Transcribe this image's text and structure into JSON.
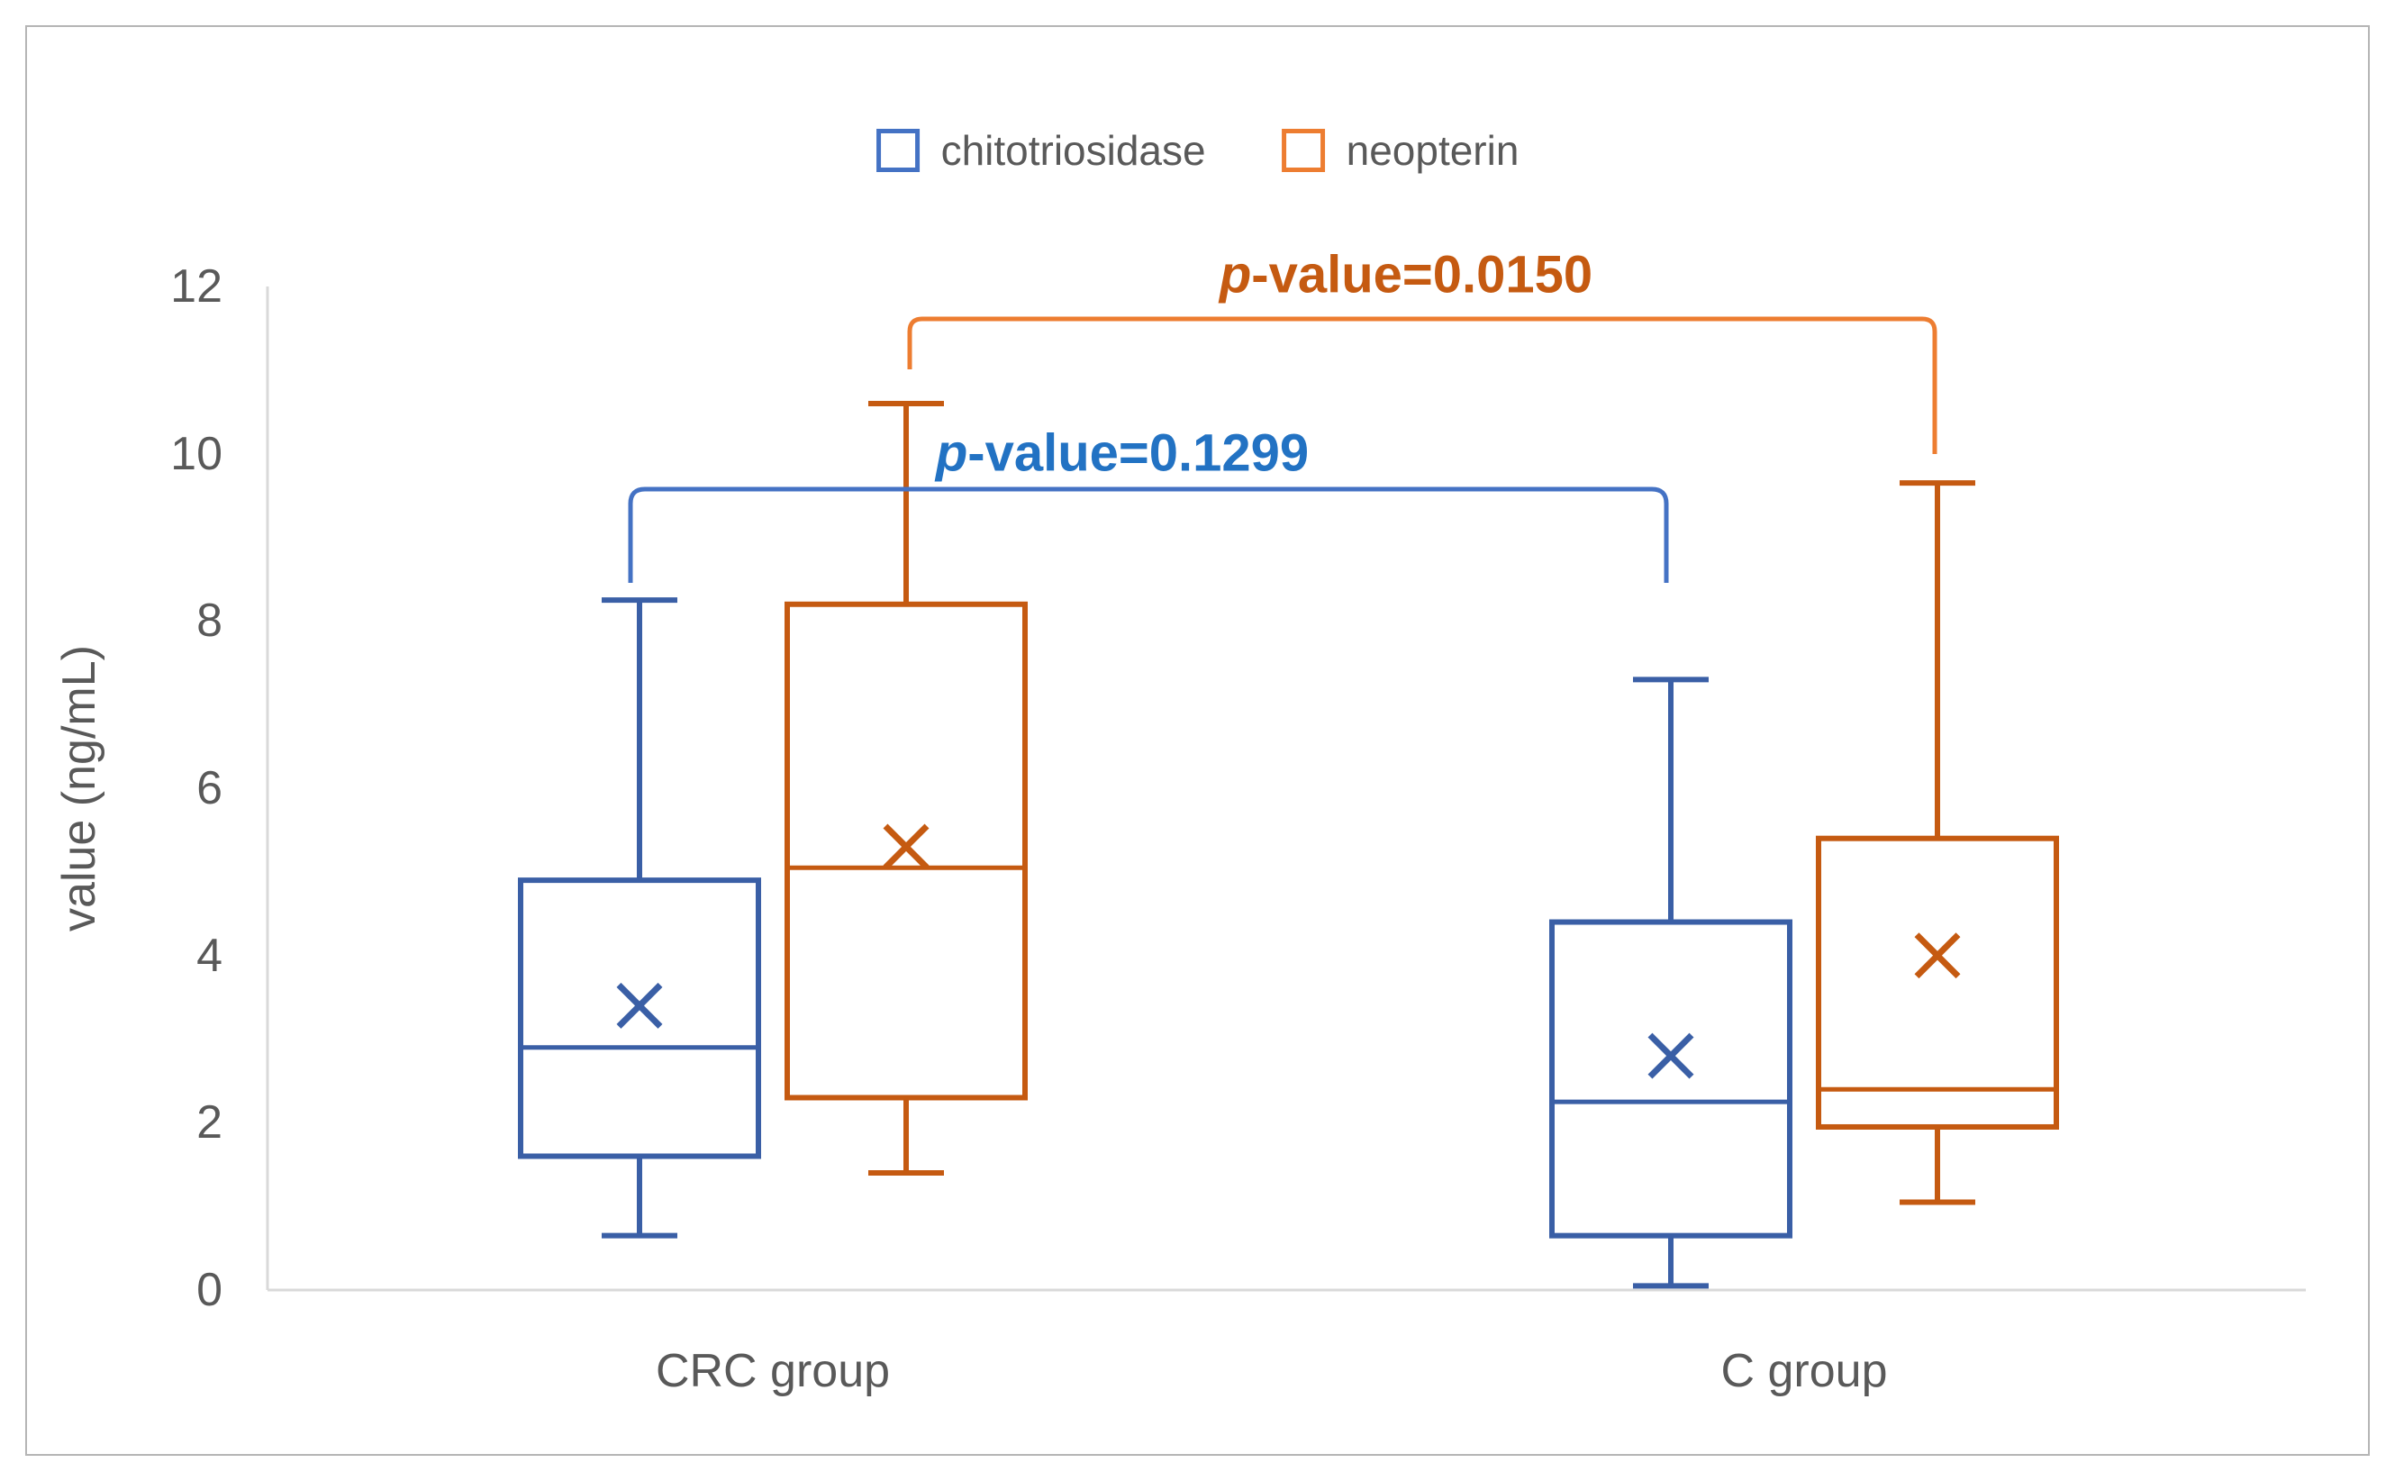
{
  "chart_data": {
    "type": "boxplot",
    "title": "",
    "xlabel": "",
    "ylabel": "value (ng/mL)",
    "ylim": [
      0,
      12
    ],
    "yticks": [
      0,
      2,
      4,
      6,
      8,
      10,
      12
    ],
    "categories": [
      "CRC group",
      "C group"
    ],
    "grid": false,
    "legend_position": "top",
    "series": [
      {
        "name": "chitotriosidase",
        "color": "#3A5FA6",
        "boxes": [
          {
            "group": "CRC group",
            "min": 0.65,
            "q1": 1.6,
            "median": 2.9,
            "mean": 3.4,
            "q3": 4.9,
            "max": 8.25
          },
          {
            "group": "C group",
            "min": 0.05,
            "q1": 0.65,
            "median": 2.25,
            "mean": 2.8,
            "q3": 4.4,
            "max": 7.3
          }
        ]
      },
      {
        "name": "neopterin",
        "color": "#C55A11",
        "boxes": [
          {
            "group": "CRC group",
            "min": 1.4,
            "q1": 2.3,
            "median": 5.05,
            "mean": 5.3,
            "q3": 8.2,
            "max": 10.6
          },
          {
            "group": "C group",
            "min": 1.05,
            "q1": 1.95,
            "median": 2.4,
            "mean": 4.0,
            "q3": 5.4,
            "max": 9.65
          }
        ]
      }
    ]
  },
  "legend": {
    "items": [
      {
        "label": "chitotriosidase",
        "color": "#4472C4"
      },
      {
        "label": "neopterin",
        "color": "#ED7D31"
      }
    ]
  },
  "axes": {
    "y_title": "value (ng/mL)",
    "x_labels": [
      "CRC group",
      "C group"
    ]
  },
  "annotations": [
    {
      "prefix": "p",
      "text": "-value=0.1299",
      "series": "chitotriosidase",
      "color": "#2272C3",
      "bracket_color": "#4472C4"
    },
    {
      "prefix": "p",
      "text": "-value=0.0150",
      "series": "neopterin",
      "color": "#C55A11",
      "bracket_color": "#ED7D31"
    }
  ]
}
